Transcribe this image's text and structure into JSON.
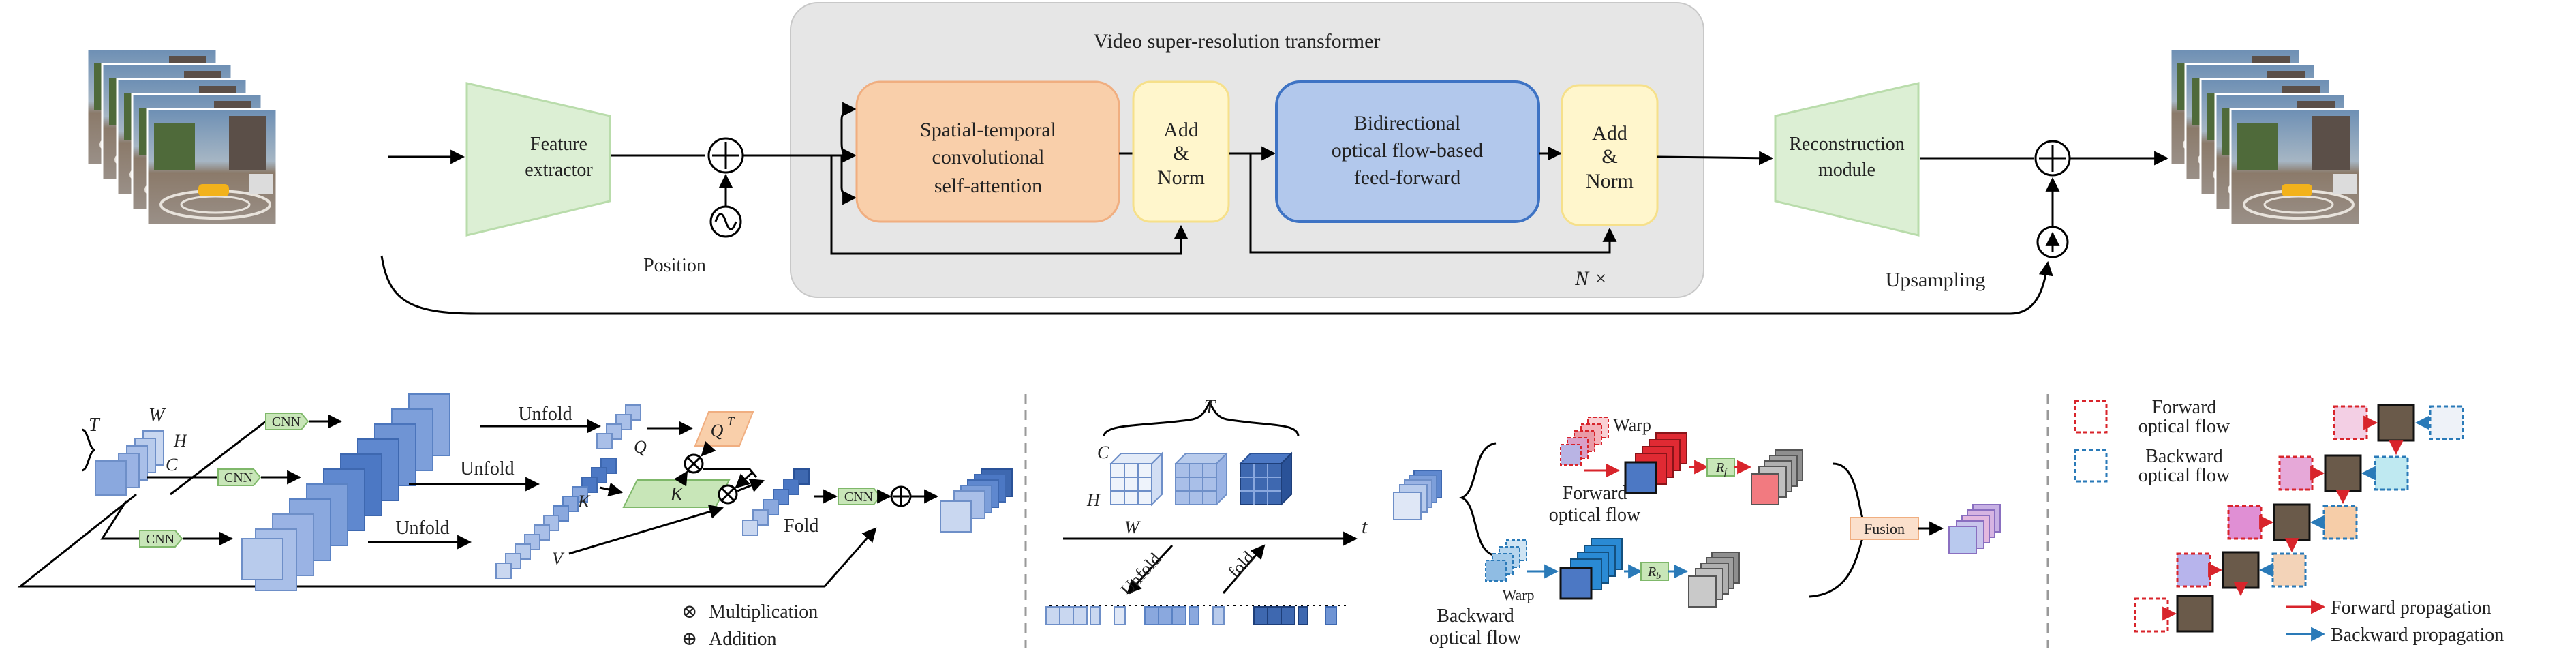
{
  "top": {
    "transformer_title": "Video super-resolution transformer",
    "feature_extractor": [
      "Feature",
      "extractor"
    ],
    "position_label": "Position",
    "stcsa": [
      "Spatial-temporal",
      "convolutional",
      "self-attention"
    ],
    "add_norm": [
      "Add",
      "&",
      "Norm"
    ],
    "bofff": [
      "Bidirectional",
      "optical flow-based",
      "feed-forward"
    ],
    "n_times": "N ×",
    "reconstruction": [
      "Reconstruction",
      "module"
    ],
    "upsampling": "Upsampling"
  },
  "panel_a": {
    "cnn": "CNN",
    "unfold": "Unfold",
    "fold": "Fold",
    "t_label": "T",
    "w_label": "W",
    "h_label": "H",
    "c_label": "C",
    "q_label": "Q",
    "qt_label": "Q",
    "qt_sup": "T",
    "k_label": "K",
    "v_label": "V",
    "multiplication": "Multiplication",
    "addition": "Addition",
    "mult_symbol": "⊗",
    "add_symbol": "⊕"
  },
  "panel_b": {
    "t_label": "T",
    "c_label": "C",
    "h_label": "H",
    "w_label": "W",
    "axis_label": "t",
    "unfold": "Unfold",
    "fold": "fold"
  },
  "panel_c": {
    "warp_top": "Warp",
    "forward_flow": [
      "Forward",
      "optical flow"
    ],
    "warp_bottom": "Warp",
    "backward_flow": [
      "Backward",
      "optical flow"
    ],
    "r_label": "R",
    "r_sub_f": "f",
    "r_sub_b": "b",
    "fusion": "Fusion"
  },
  "panel_d": {
    "legend_forward": [
      "Forward",
      "optical flow"
    ],
    "legend_backward": [
      "Backward",
      "optical flow"
    ],
    "forward_propagation": "Forward propagation",
    "backward_propagation": "Backward propagation"
  },
  "colors": {
    "green_fill": "#dcefd4",
    "green_stroke": "#b9dcab",
    "orange_fill": "#f9cfaa",
    "orange_stroke": "#f0ae80",
    "yellow_fill": "#fff6cc",
    "yellow_stroke": "#f6e08a",
    "blue_fill": "#b2c8ec",
    "blue_stroke": "#3e73c4",
    "gray_panel": "#e6e6e6",
    "red": "#d8242b",
    "flow_blue": "#2a7ab8"
  }
}
